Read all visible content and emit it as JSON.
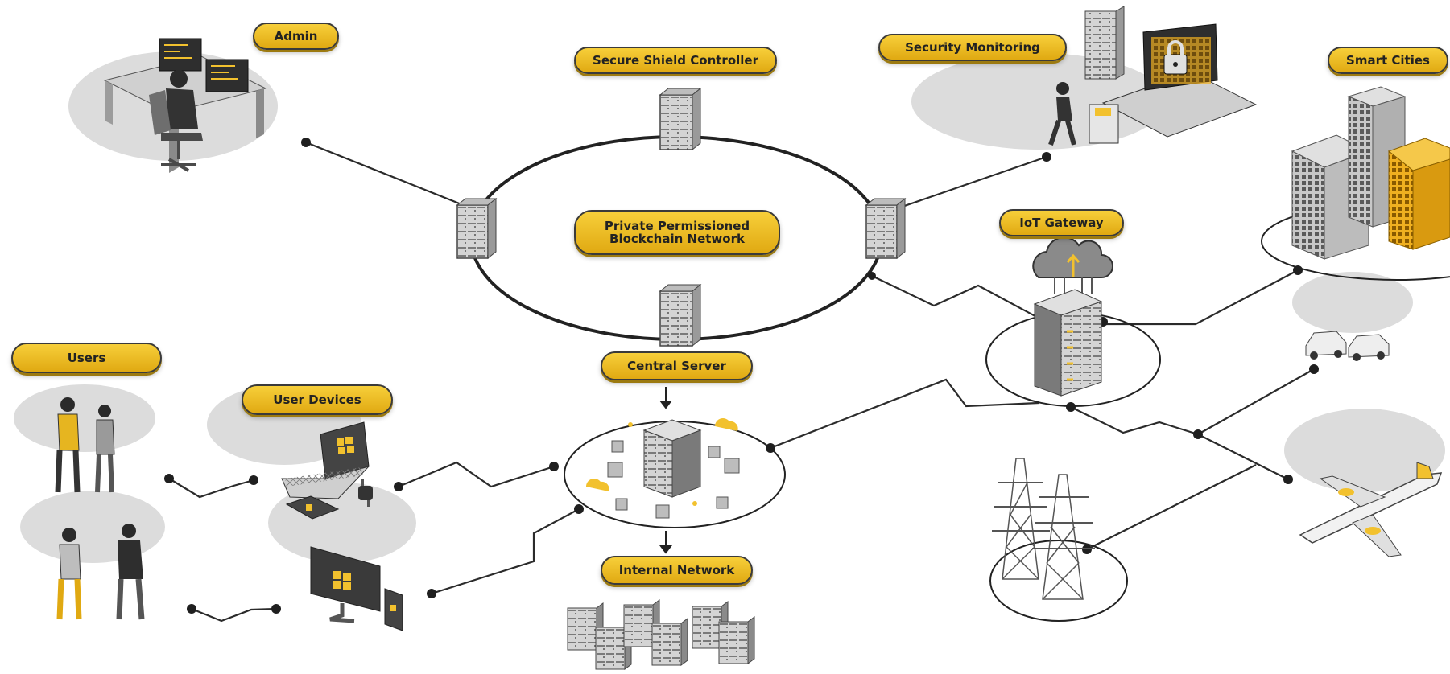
{
  "labels": {
    "admin": "Admin",
    "secure_shield": "Secure Shield Controller",
    "security_monitoring": "Security Monitoring",
    "smart_cities": "Smart Cities",
    "blockchain": "Private Permissioned\nBlockchain Network",
    "iot_gateway": "IoT Gateway",
    "users": "Users",
    "user_devices": "User Devices",
    "central_server": "Central Server",
    "internal_network": "Internal Network"
  },
  "colors": {
    "accent": "#f2c12e",
    "accent_dark": "#e0a912",
    "platform": "#d9d9d9",
    "dark": "#2e2e2e",
    "server": "#cfcfcf"
  },
  "icons": [
    "admin-workstation-icon",
    "secure-shield-server-icon",
    "security-monitoring-icon",
    "smart-cities-icon",
    "blockchain-node-icon",
    "iot-gateway-icon",
    "cloud-icon",
    "user-icon",
    "laptop-icon",
    "smartphone-icon",
    "smartwatch-icon",
    "monitor-icon",
    "tablet-icon",
    "central-server-icon",
    "internal-network-server-icon",
    "cars-icon",
    "airplane-icon",
    "power-tower-icon"
  ]
}
